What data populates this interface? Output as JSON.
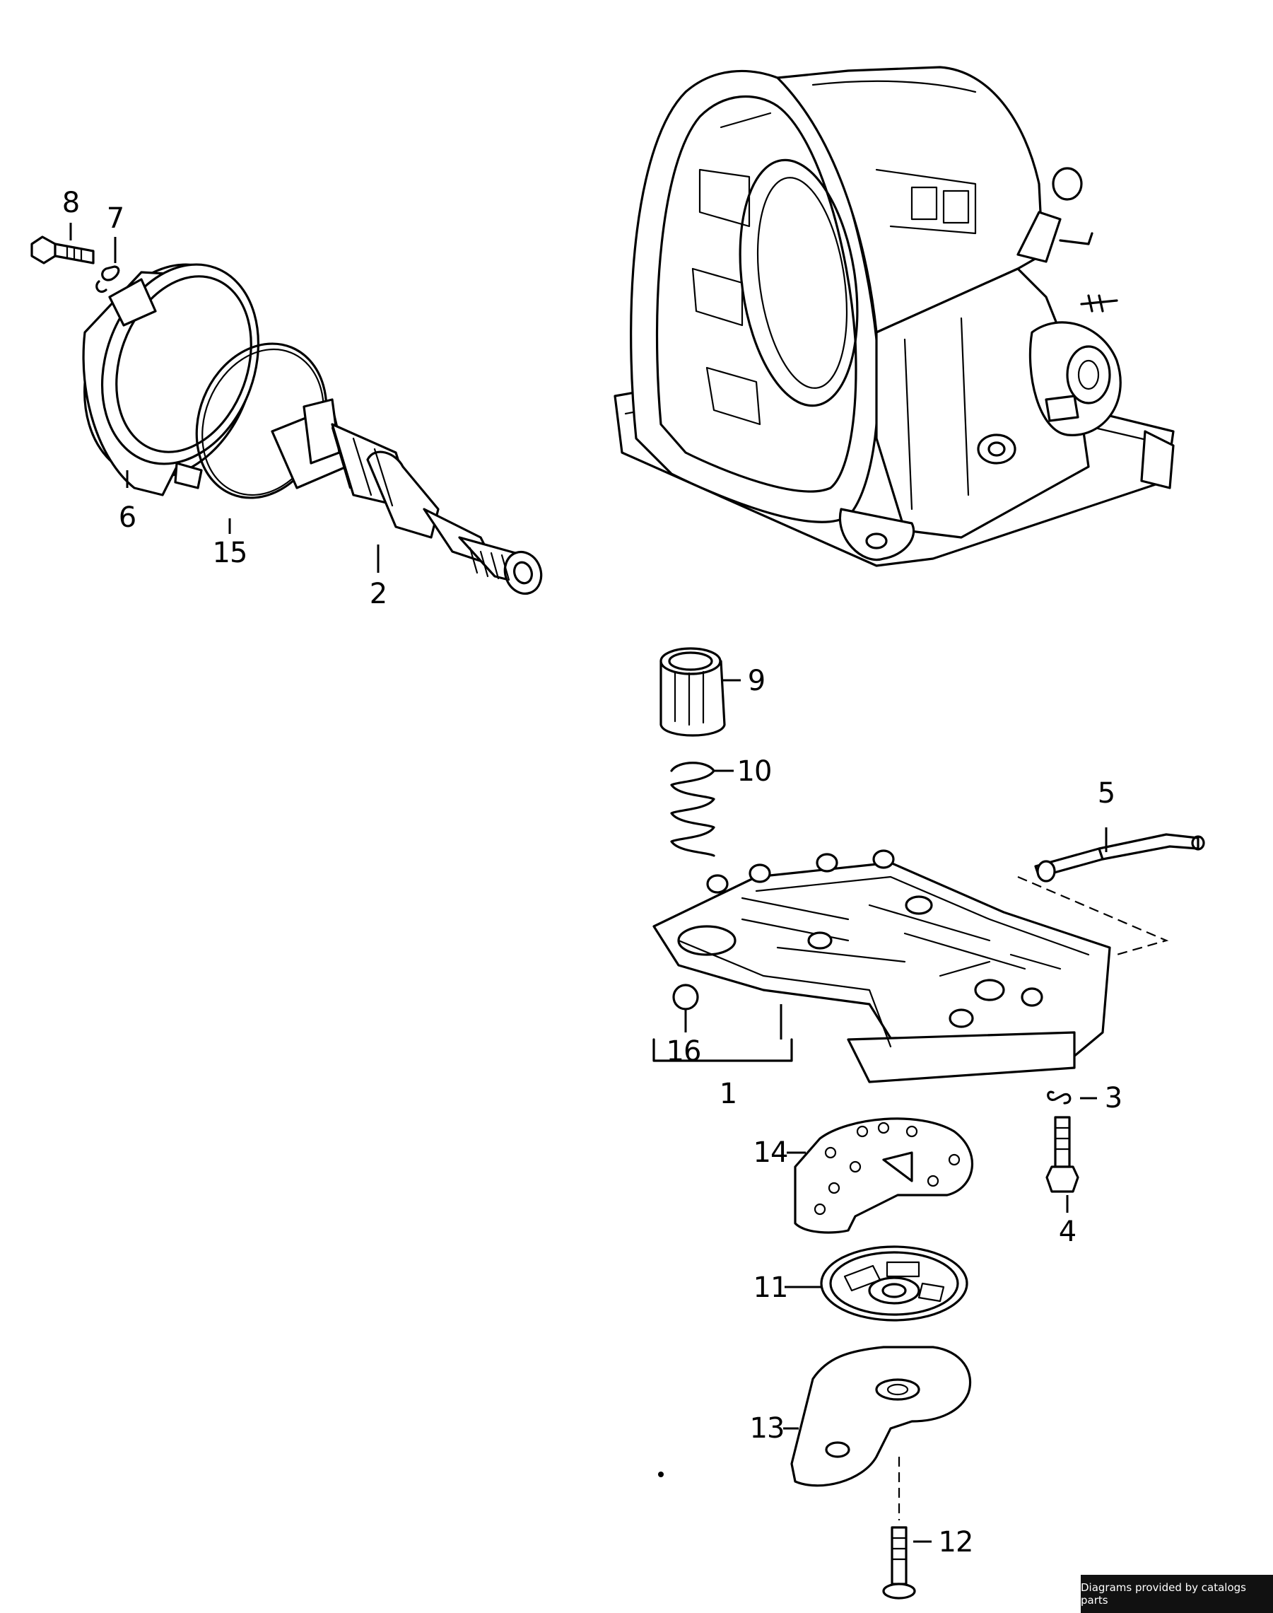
{
  "callouts": {
    "p1": "1",
    "p2": "2",
    "p3": "3",
    "p4": "4",
    "p5": "5",
    "p6": "6",
    "p7": "7",
    "p8": "8",
    "p9": "9",
    "p10": "10",
    "p11": "11",
    "p12": "12",
    "p13": "13",
    "p14": "14",
    "p15": "15",
    "p16": "16"
  },
  "credit": "Diagrams provided by catalogs parts"
}
